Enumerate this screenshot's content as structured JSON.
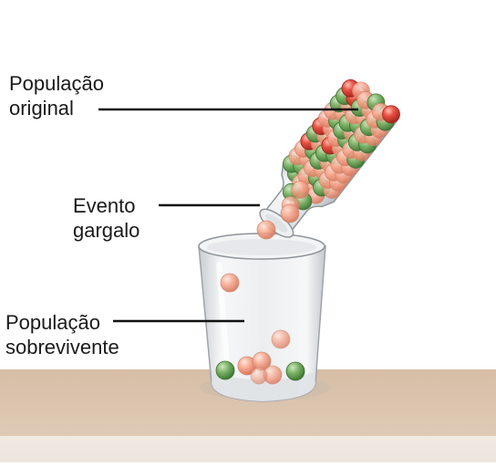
{
  "labels": {
    "original": [
      "População",
      "original"
    ],
    "gargalo": [
      "Evento",
      "gargalo"
    ],
    "sobrevivente": [
      "População",
      "sobrevivente"
    ]
  },
  "colors": {
    "red": "#e8453c",
    "salmon": "#f7a48a",
    "green": "#6fa85c",
    "table": "#d8c0a8",
    "glass": "#e6e8ea"
  },
  "populations": {
    "original_bottle": {
      "green": 26,
      "red": 6,
      "salmon": 42
    },
    "falling_at_neck": {
      "salmon": 2
    },
    "surviving_cup": {
      "green": 2,
      "salmon": 6
    }
  }
}
